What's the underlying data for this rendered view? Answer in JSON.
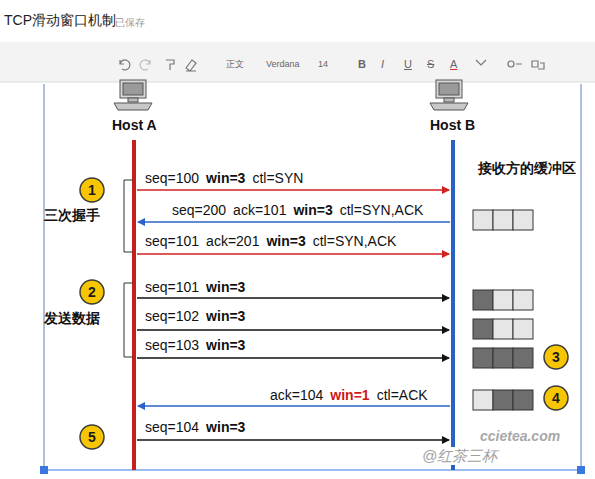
{
  "diagram": {
    "title": "TCP滑动窗口机制",
    "labels": [
      "已保存",
      "正文",
      "Verdana",
      "14",
      "B",
      "I",
      "U",
      "S",
      "A",
      "Host A",
      "Host B",
      "接收方的缓冲区",
      "1",
      "三次握手",
      "seq=100",
      "win=3",
      "ctl=SYN",
      "seq=200",
      "ack=101",
      "win=3",
      "ctl=SYN,ACK",
      "seq=101",
      "ack=201",
      "win=3",
      "ctl=SYN,ACK",
      "2",
      "发送数据",
      "seq=101",
      "win=3",
      "seq=102",
      "win=3",
      "seq=103",
      "win=3",
      "3",
      "ack=104",
      "win=1",
      "ctl=ACK",
      "4",
      "5",
      "seq=104",
      "win=3",
      "ccietea.com",
      "@红茶三杯"
    ]
  }
}
